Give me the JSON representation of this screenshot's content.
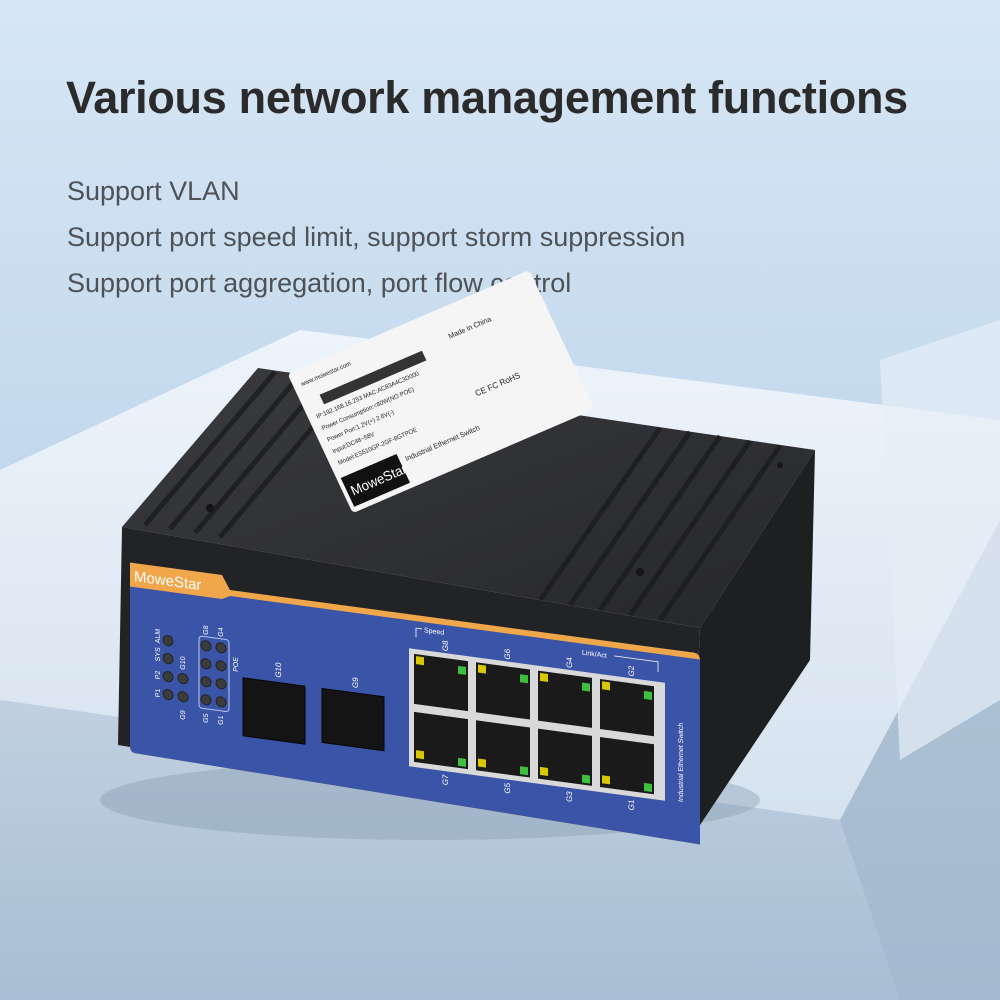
{
  "headline": "Various network management functions",
  "features": [
    "Support VLAN",
    "Support port speed limit, support storm suppression",
    "Support port aggregation, port flow control"
  ],
  "device": {
    "brand": "MoweStar",
    "side_text": "Industrial Ethernet Switch",
    "speed_label": "Speed",
    "link_act_label": "Link/Act",
    "poe_label": "POE",
    "led_labels": [
      "ALM",
      "SYS",
      "P2",
      "P1",
      "G10",
      "G9",
      "G8",
      "G4",
      "G5",
      "G1"
    ],
    "sfp_ports": [
      "G10",
      "G9"
    ],
    "rj45_top": [
      "G8",
      "G6",
      "G4",
      "G2"
    ],
    "rj45_bottom": [
      "G7",
      "G5",
      "G3",
      "G1"
    ],
    "colors": {
      "panel": "#3a55a8",
      "stripe": "#f0a64a",
      "housing": "#2d2e30",
      "led_speed": "#d8c800",
      "led_link": "#3fbf3f"
    }
  },
  "sticker": {
    "brand": "MoweStar",
    "title": "Industrial Ethernet Switch",
    "lines": [
      "Model:ES510GP-2GF-8GTPOE",
      "Input:DC48~58V",
      "Power Port:1.2V(+) 2.6V(-)",
      "Power Consumption:<80W(NO POE)",
      "IP:192.168.16.253  MAC:AC83A4C3D000",
      "www.mowestar.com"
    ],
    "certs": "CE FC RoHS",
    "origin": "Made in China"
  }
}
